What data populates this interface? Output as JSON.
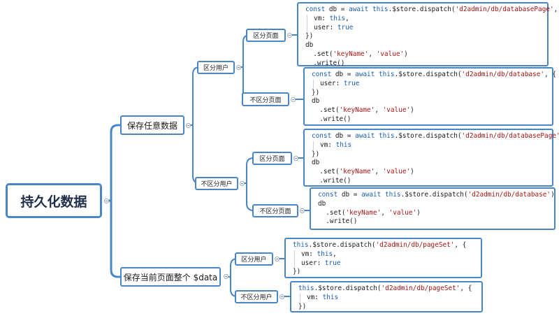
{
  "root": "持久化数据",
  "n1": "保存任意数据",
  "n2": "保存当前页面整个 $data",
  "n1a": "区分用户",
  "n1b": "不区分用户",
  "n1a1": "区分页面",
  "n1a2": "不区分页面",
  "n1b1": "区分页面",
  "n1b2": "不区分页面",
  "n2a": "区分用户",
  "n2b": "不区分用户",
  "code": {
    "c1": [
      [
        0,
        [
          [
            "k",
            "const"
          ],
          [
            "t",
            " db = "
          ],
          [
            "k",
            "await"
          ],
          [
            "t",
            " "
          ],
          [
            "k",
            "this"
          ],
          [
            "t",
            ".$store.dispatch("
          ],
          [
            "s",
            "'d2admin/db/databasePage'"
          ],
          [
            "t",
            ", {"
          ]
        ]
      ],
      [
        1,
        [
          [
            "t",
            "vm: "
          ],
          [
            "k",
            "this"
          ],
          [
            "t",
            ","
          ]
        ]
      ],
      [
        1,
        [
          [
            "t",
            "user: "
          ],
          [
            "k",
            "true"
          ]
        ]
      ],
      [
        0,
        [
          [
            "t",
            "})"
          ]
        ]
      ],
      [
        0,
        [
          [
            "t",
            "db"
          ]
        ]
      ],
      [
        0,
        [
          [
            "t",
            "  .set("
          ],
          [
            "s",
            "'keyName'"
          ],
          [
            "t",
            ", "
          ],
          [
            "s",
            "'value'"
          ],
          [
            "t",
            ")"
          ]
        ]
      ],
      [
        0,
        [
          [
            "t",
            "  .write()"
          ]
        ]
      ]
    ],
    "c2": [
      [
        0,
        [
          [
            "k",
            "const"
          ],
          [
            "t",
            " db = "
          ],
          [
            "k",
            "await"
          ],
          [
            "t",
            " "
          ],
          [
            "k",
            "this"
          ],
          [
            "t",
            ".$store.dispatch("
          ],
          [
            "s",
            "'d2admin/db/database'"
          ],
          [
            "t",
            ", {"
          ]
        ]
      ],
      [
        1,
        [
          [
            "t",
            "user: "
          ],
          [
            "k",
            "true"
          ]
        ]
      ],
      [
        0,
        [
          [
            "t",
            "})"
          ]
        ]
      ],
      [
        0,
        [
          [
            "t",
            "db"
          ]
        ]
      ],
      [
        0,
        [
          [
            "t",
            "  .set("
          ],
          [
            "s",
            "'keyName'"
          ],
          [
            "t",
            ", "
          ],
          [
            "s",
            "'value'"
          ],
          [
            "t",
            ")"
          ]
        ]
      ],
      [
        0,
        [
          [
            "t",
            "  .write()"
          ]
        ]
      ]
    ],
    "c3": [
      [
        0,
        [
          [
            "k",
            "const"
          ],
          [
            "t",
            " db = "
          ],
          [
            "k",
            "await"
          ],
          [
            "t",
            " "
          ],
          [
            "k",
            "this"
          ],
          [
            "t",
            ".$store.dispatch("
          ],
          [
            "s",
            "'d2admin/db/databasePage'"
          ],
          [
            "t",
            ", {"
          ]
        ]
      ],
      [
        1,
        [
          [
            "t",
            "vm: "
          ],
          [
            "k",
            "this"
          ]
        ]
      ],
      [
        0,
        [
          [
            "t",
            "})"
          ]
        ]
      ],
      [
        0,
        [
          [
            "t",
            "db"
          ]
        ]
      ],
      [
        0,
        [
          [
            "t",
            "  .set("
          ],
          [
            "s",
            "'keyName'"
          ],
          [
            "t",
            ", "
          ],
          [
            "s",
            "'value'"
          ],
          [
            "t",
            ")"
          ]
        ]
      ],
      [
        0,
        [
          [
            "t",
            "  .write()"
          ]
        ]
      ]
    ],
    "c4": [
      [
        0,
        [
          [
            "k",
            "const"
          ],
          [
            "t",
            " db = "
          ],
          [
            "k",
            "await"
          ],
          [
            "t",
            " "
          ],
          [
            "k",
            "this"
          ],
          [
            "t",
            ".$store.dispatch("
          ],
          [
            "s",
            "'d2admin/db/database'"
          ],
          [
            "t",
            ")"
          ]
        ]
      ],
      [
        0,
        [
          [
            "t",
            "db"
          ]
        ]
      ],
      [
        0,
        [
          [
            "t",
            "  .set("
          ],
          [
            "s",
            "'keyName'"
          ],
          [
            "t",
            ", "
          ],
          [
            "s",
            "'value'"
          ],
          [
            "t",
            ")"
          ]
        ]
      ],
      [
        0,
        [
          [
            "t",
            "  .write()"
          ]
        ]
      ]
    ],
    "c5": [
      [
        0,
        [
          [
            "k",
            "this"
          ],
          [
            "t",
            ".$store.dispatch("
          ],
          [
            "s",
            "'d2admin/db/pageSet'"
          ],
          [
            "t",
            ", {"
          ]
        ]
      ],
      [
        1,
        [
          [
            "t",
            "vm: "
          ],
          [
            "k",
            "this"
          ],
          [
            "t",
            ","
          ]
        ]
      ],
      [
        1,
        [
          [
            "t",
            "user: "
          ],
          [
            "k",
            "true"
          ]
        ]
      ],
      [
        0,
        [
          [
            "t",
            "})"
          ]
        ]
      ]
    ],
    "c6": [
      [
        0,
        [
          [
            "k",
            "this"
          ],
          [
            "t",
            ".$store.dispatch("
          ],
          [
            "s",
            "'d2admin/db/pageSet'"
          ],
          [
            "t",
            ", {"
          ]
        ]
      ],
      [
        1,
        [
          [
            "t",
            "vm: "
          ],
          [
            "k",
            "this"
          ]
        ]
      ],
      [
        0,
        [
          [
            "t",
            "})"
          ]
        ]
      ]
    ]
  }
}
